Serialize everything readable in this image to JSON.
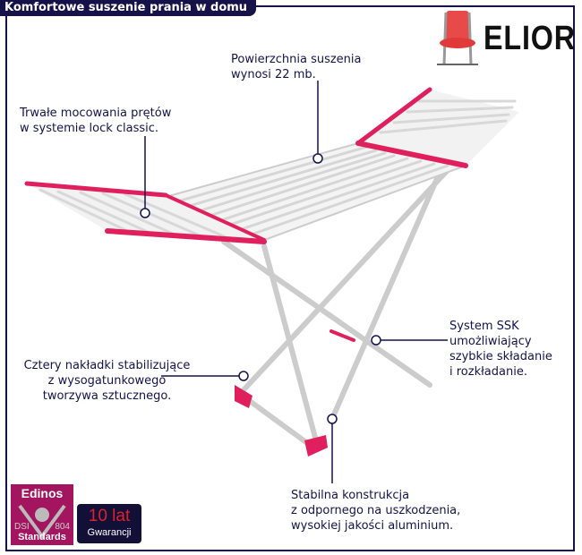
{
  "header": {
    "title": "Komfortowe suszenie prania w domu"
  },
  "brand": {
    "name": "ELIOR",
    "logo_icon": "chair-icon"
  },
  "callouts": [
    {
      "text": "Powierzchnia suszenia\nwynosi 22 mb."
    },
    {
      "text": "Trwałe mocowania prętów\nw systemie lock classic."
    },
    {
      "text": "System SSK\numożliwiający\nszybkie składanie\ni rozkładanie."
    },
    {
      "text": "Cztery nakładki stabilizujące\nz wysogatunkowego\ntworzywa sztucznego."
    },
    {
      "text": "Stabilna konstrukcja\nz odpornego na uszkodzenia,\nwysokiej jakości aluminium."
    }
  ],
  "badges": {
    "edinos": {
      "top": "Edinos",
      "left": "DSI",
      "right": "804",
      "bottom": "Standards"
    },
    "warranty": {
      "top": "10 lat",
      "bottom": "Gwarancji"
    }
  },
  "colors": {
    "accent": "#e0205e",
    "text": "#15124a",
    "frame": "#15124a"
  }
}
